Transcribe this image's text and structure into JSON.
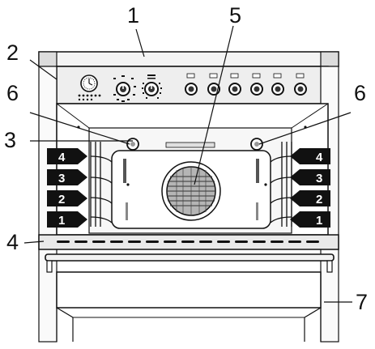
{
  "callouts": {
    "c1": "1",
    "c2": "2",
    "c3": "3",
    "c4": "4",
    "c5": "5",
    "c6_left": "6",
    "c6_right": "6",
    "c7": "7"
  },
  "shelf_levels": {
    "left": [
      "4",
      "3",
      "2",
      "1"
    ],
    "right": [
      "4",
      "3",
      "2",
      "1"
    ]
  },
  "colors": {
    "line": "#111111",
    "badge": "#111111",
    "panel": "#e8e8e8",
    "door": "#f2f2f2",
    "fan": "#888888"
  }
}
